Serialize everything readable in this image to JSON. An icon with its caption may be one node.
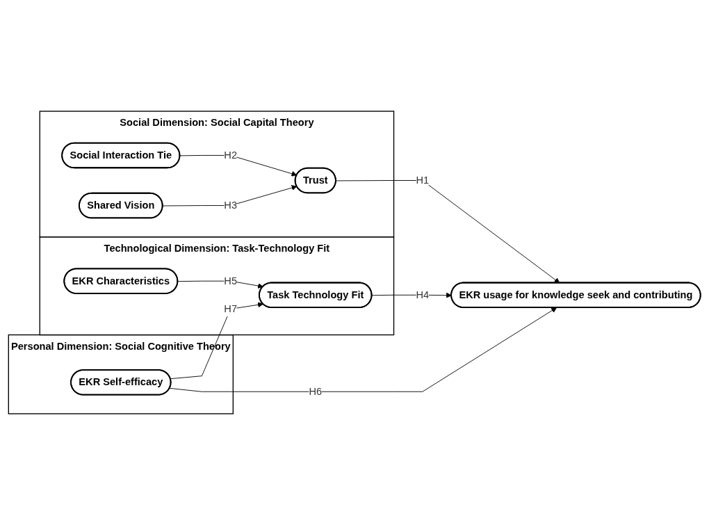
{
  "diagram": {
    "nodes": [
      {
        "text": [
          "Social Dimension: Social Capital Theory"
        ]
      },
      {
        "text": [
          "Social Interaction Tie"
        ],
        "in": 0
      },
      {
        "text": [
          "Shared Vision"
        ],
        "in": 0
      },
      {
        "text": [
          "Trust"
        ],
        "in": 0
      },
      {
        "text": [
          "Technological Dimension: Task-Technology Fit"
        ]
      },
      {
        "text": [
          "EKR Characteristics"
        ],
        "in": 4
      },
      {
        "text": [
          "Task Technology Fit"
        ],
        "in": 4
      },
      {
        "text": [
          "Personal Dimension: Social Cognitive Theory"
        ]
      },
      {
        "text": [
          "EKR Self-efficacy"
        ],
        "in": 7
      },
      {
        "text": [
          "EKR usage for knowledge seek and contributing"
        ]
      }
    ],
    "edges": [
      {
        "from": 1,
        "to": 3,
        "arrow": "to",
        "label": "H2"
      },
      {
        "from": 2,
        "to": 3,
        "arrow": "to",
        "label": "H3"
      },
      {
        "from": 3,
        "to": 9,
        "arrow": "to",
        "label": "H1"
      },
      {
        "from": 5,
        "to": 6,
        "arrow": "to",
        "label": "H5"
      },
      {
        "from": 6,
        "to": 9,
        "arrow": "to",
        "label": "H4"
      },
      {
        "from": 8,
        "to": 6,
        "arrow": "to",
        "label": "H7"
      },
      {
        "from": 8,
        "to": 9,
        "arrow": "to",
        "label": "H6"
      }
    ]
  }
}
